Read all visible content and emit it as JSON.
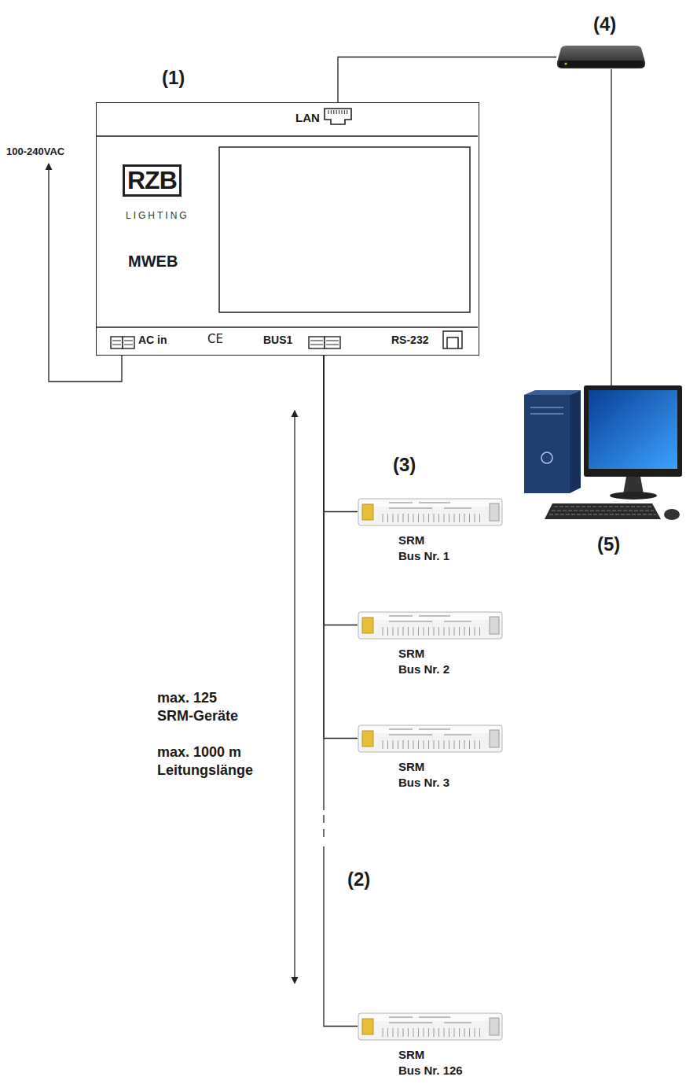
{
  "diagram": {
    "nodes": [
      {
        "text": [
          "(1)",
          "RZB",
          "LIGHTING",
          "MWEB",
          "LAN",
          "AC in",
          "CE",
          "BUS1",
          "RS-232"
        ]
      },
      {
        "text": [
          "(4)"
        ]
      },
      {
        "text": [
          "(5)"
        ]
      },
      {
        "text": [
          "SRM",
          "Bus Nr. 1"
        ]
      },
      {
        "text": [
          "SRM",
          "Bus Nr. 2"
        ]
      },
      {
        "text": [
          "SRM",
          "Bus Nr. 3"
        ]
      },
      {
        "text": [
          "SRM",
          "Bus Nr. 126"
        ]
      }
    ],
    "edges": [
      {
        "from": 0,
        "to": 1,
        "arrow": "none"
      },
      {
        "from": 1,
        "to": 2,
        "arrow": "none"
      },
      {
        "from": 0,
        "to": 3,
        "arrow": "none"
      },
      {
        "from": 0,
        "to": 4,
        "arrow": "none"
      },
      {
        "from": 0,
        "to": 5,
        "arrow": "none"
      },
      {
        "from": 0,
        "to": 6,
        "arrow": "none"
      }
    ],
    "labels": [
      "100-240VAC",
      "(3)",
      "max. 125 SRM-Geräte",
      "max. 1000 m Leitungslänge",
      "(2)"
    ]
  }
}
